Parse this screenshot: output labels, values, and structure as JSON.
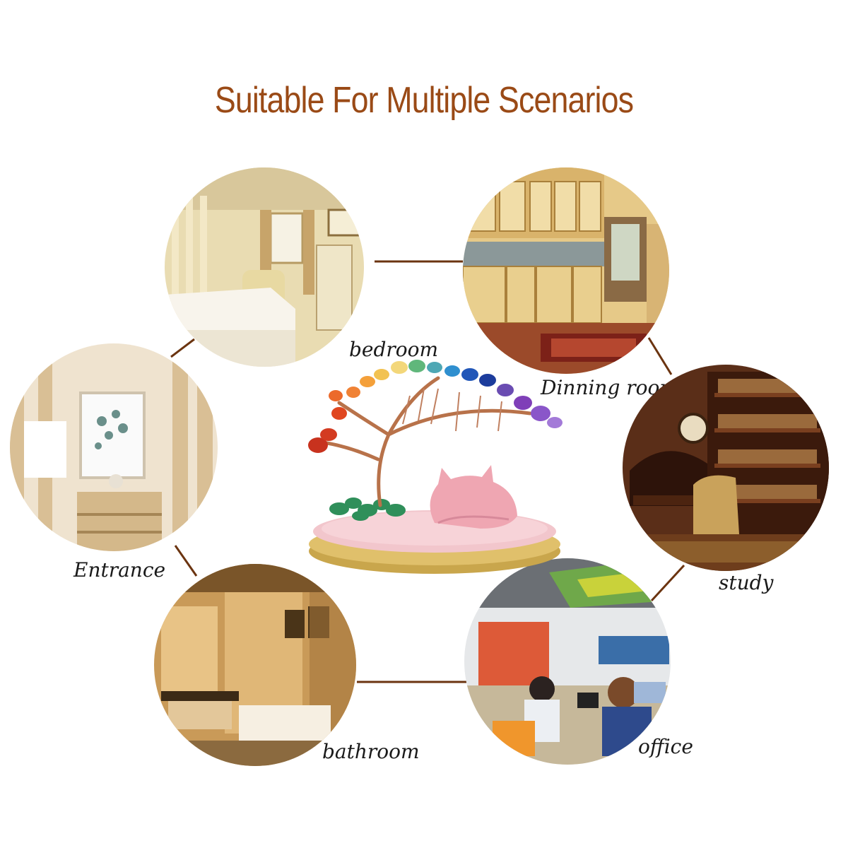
{
  "title": "Suitable For Multiple Scenarios",
  "scenarios": {
    "bedroom": "bedroom",
    "dining": "Dinning room",
    "study": "study",
    "office": "office",
    "bathroom": "bathroom",
    "entrance": "Entrance"
  },
  "colors": {
    "title": "#9a4a16",
    "connector": "#6b3410"
  },
  "images": {
    "bedroom": "bedroom-photo",
    "dining": "kitchen-photo",
    "study": "library-study-photo",
    "office": "open-office-photo",
    "bathroom": "bathroom-photo",
    "entrance": "entrance-photo",
    "center": "crystal-tree-with-rose-quartz-cat"
  }
}
